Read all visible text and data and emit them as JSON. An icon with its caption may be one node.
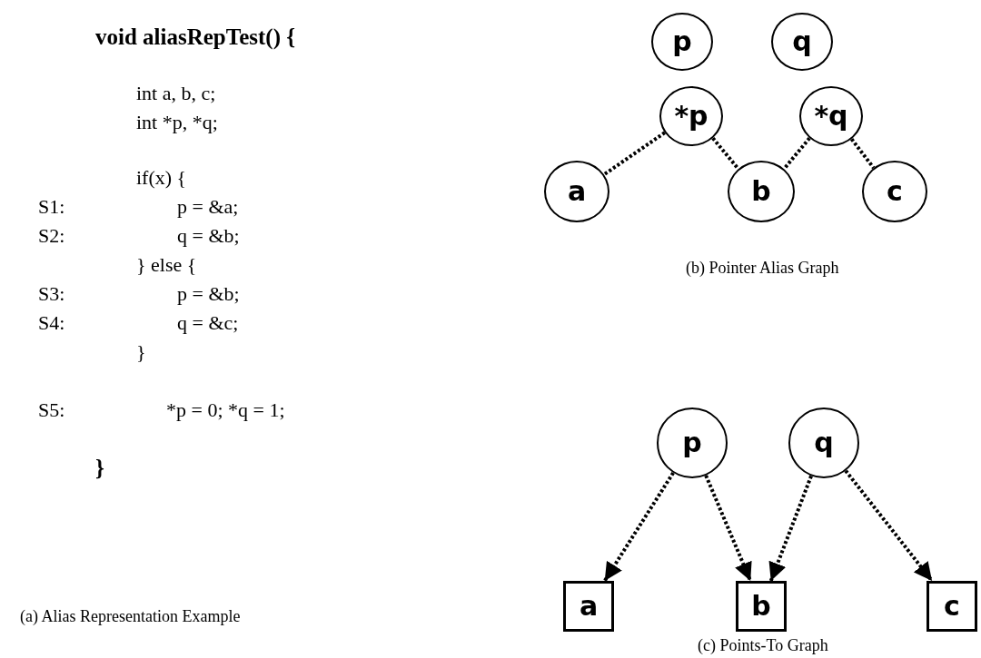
{
  "diagram": {
    "nodes": [
      {
        "text": [
          "p"
        ]
      },
      {
        "text": [
          "q"
        ]
      },
      {
        "text": [
          "*p"
        ]
      },
      {
        "text": [
          "*q"
        ]
      },
      {
        "text": [
          "a"
        ]
      },
      {
        "text": [
          "b"
        ]
      },
      {
        "text": [
          "c"
        ]
      },
      {
        "text": [
          "p"
        ]
      },
      {
        "text": [
          "q"
        ]
      },
      {
        "text": [
          "a"
        ]
      },
      {
        "text": [
          "b"
        ]
      },
      {
        "text": [
          "c"
        ]
      }
    ],
    "edges": [
      {
        "from": 2,
        "to": 4,
        "arrow": "none",
        "style": "dashed"
      },
      {
        "from": 2,
        "to": 5,
        "arrow": "none",
        "style": "dashed"
      },
      {
        "from": 3,
        "to": 5,
        "arrow": "none",
        "style": "dashed"
      },
      {
        "from": 3,
        "to": 6,
        "arrow": "none",
        "style": "dashed"
      },
      {
        "from": 7,
        "to": 9,
        "arrow": "to",
        "style": "dashed"
      },
      {
        "from": 7,
        "to": 10,
        "arrow": "to",
        "style": "dashed"
      },
      {
        "from": 8,
        "to": 10,
        "arrow": "to",
        "style": "dashed"
      },
      {
        "from": 8,
        "to": 11,
        "arrow": "to",
        "style": "dashed"
      }
    ],
    "labels": [
      "void aliasRepTest() {",
      "int a, b, c;",
      "int *p, *q;",
      "if(x) {",
      "S1:",
      "p = &a;",
      "S2:",
      "q = &b;",
      "} else {",
      "S3:",
      "p = &b;",
      "S4:",
      "q = &c;",
      "}",
      "S5:",
      "*p = 0; *q = 1;",
      "}",
      "(a) Alias Representation Example",
      "(b) Pointer Alias Graph",
      "(c) Points-To Graph"
    ]
  }
}
